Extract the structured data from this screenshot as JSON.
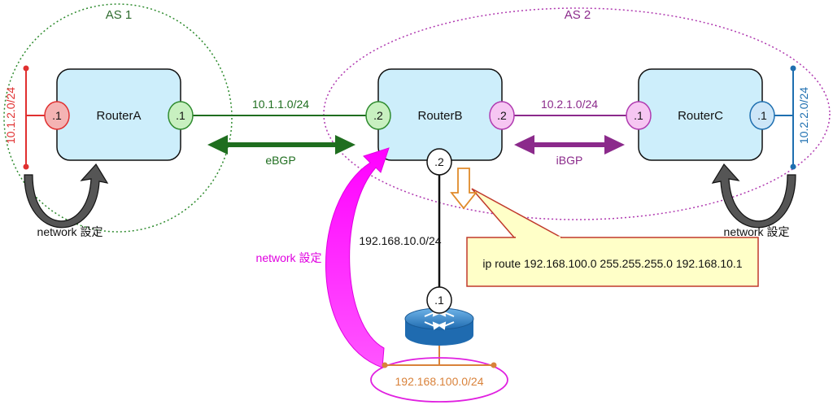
{
  "as1": {
    "label": "AS 1",
    "color": "#2e6b2e"
  },
  "as2": {
    "label": "AS 2",
    "color": "#8b2a8b"
  },
  "routers": {
    "a": {
      "name": "RouterA",
      "left_if": ".1",
      "right_if": ".1"
    },
    "b": {
      "name": "RouterB",
      "left_if": ".2",
      "right_if": ".2",
      "bottom_if": ".2"
    },
    "c": {
      "name": "RouterC",
      "left_if": ".1",
      "right_if": ".1"
    }
  },
  "networks": {
    "a_left": "10.1.2.0/24",
    "ab": "10.1.1.0/24",
    "bc": "10.2.1.0/24",
    "c_right": "10.2.2.0/24",
    "b_down": "192.168.10.0/24",
    "lan": "192.168.100.0/24"
  },
  "l3switch_if": ".1",
  "sessions": {
    "ebgp": "eBGP",
    "ibgp": "iBGP"
  },
  "network_config": {
    "a": "network 設定",
    "c": "network 設定",
    "center": "network 設定"
  },
  "static_route": "ip route 192.168.100.0 255.255.255.0 192.168.10.1",
  "colors": {
    "router_fill": "#cdeefb",
    "green": "#1f6e1f",
    "purple": "#8b2a8b",
    "red": "#e03030",
    "blue": "#1e6fb0",
    "orange": "#d9823a",
    "magenta": "#ff00ff",
    "note_fill": "#ffffc8",
    "note_border": "#c0392b"
  }
}
